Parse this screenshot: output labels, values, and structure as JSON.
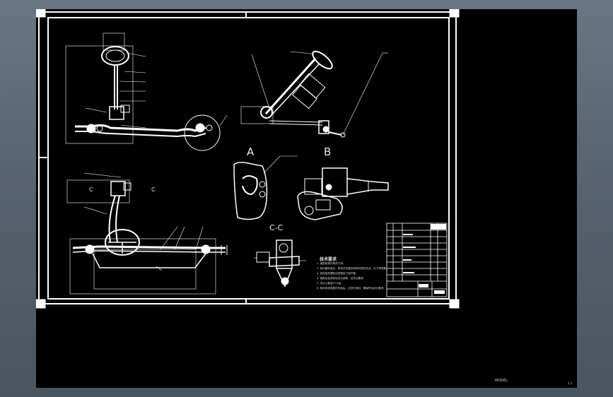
{
  "views": {
    "a_label": "A",
    "b_label": "B",
    "cc_label": "C-C",
    "section_c_left": "C",
    "section_c_right": "C"
  },
  "notes": {
    "title": "技术要求",
    "items": [
      "1. 装配前零件清洗干净。",
      "2. 转向器安装后，转动方向盘检查转向是否灵活，无卡滞现象。",
      "3. 各连接处螺栓应按规定力矩拧紧。",
      "4. 装配后检查前轮定位参数，应符合要求。",
      "5. 未注公差按IT12级。",
      "6. 转向系统各部件安装后，应进行调试，确保符合设计要求。"
    ]
  },
  "status": {
    "model_space": "MODEL",
    "coords": "1:1"
  },
  "colors": {
    "line": "#ffffff",
    "background": "#000000",
    "window": "#5b6672"
  }
}
